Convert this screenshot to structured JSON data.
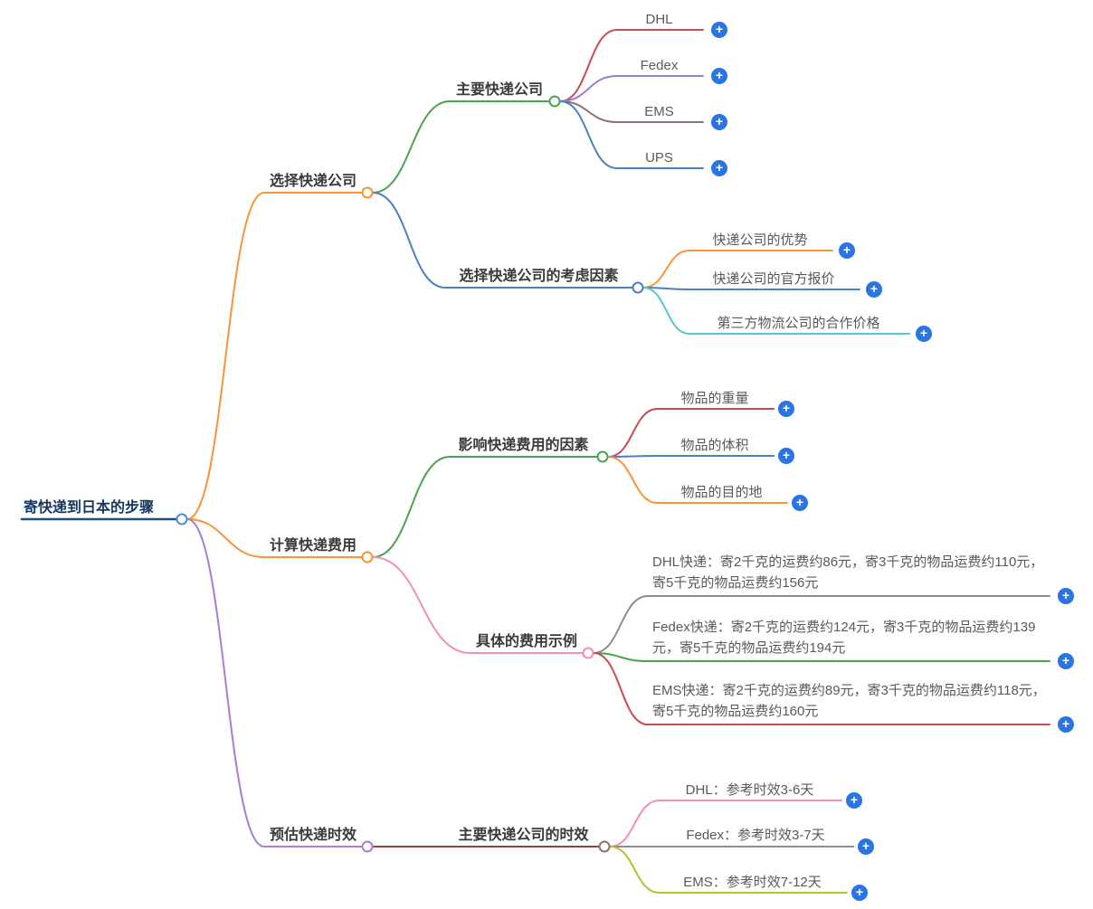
{
  "nodes": {
    "root": "寄快递到日本的步骤",
    "choose": "选择快递公司",
    "cost": "计算快递费用",
    "time": "预估快递时效",
    "main_companies": "主要快递公司",
    "considerations": "选择快递公司的考虑因素",
    "cost_factors": "影响快递费用的因素",
    "cost_examples": "具体的费用示例",
    "time_companies": "主要快递公司的时效",
    "dhl": "DHL",
    "fedex": "Fedex",
    "ems": "EMS",
    "ups": "UPS",
    "advantage": "快递公司的优势",
    "official_quote": "快递公司的官方报价",
    "third_party_price": "第三方物流公司的合作价格",
    "weight": "物品的重量",
    "volume": "物品的体积",
    "destination": "物品的目的地",
    "dhl_cost": "DHL快递：寄2千克的运费约86元，寄3千克的物品运费约110元，寄5千克的物品运费约156元",
    "fedex_cost": "Fedex快递：寄2千克的运费约124元，寄3千克的物品运费约139元，寄5千克的物品运费约194元",
    "ems_cost": "EMS快递：寄2千克的运费约89元，寄3千克的物品运费约118元，寄5千克的物品运费约160元",
    "dhl_time": "DHL：参考时效3-6天",
    "fedex_time": "Fedex：参考时效3-7天",
    "ems_time": "EMS：参考时效7-12天"
  },
  "expand_button": "+",
  "palette": {
    "plus_button_blue": "#2b74e3",
    "orange": "#f79438",
    "purple": "#a57fd0",
    "green": "#4aa44e",
    "blue": "#4c7fc4",
    "red": "#c84a52",
    "violet": "#9b7bd4",
    "brown": "#8c7373",
    "cyan": "#55c8cd",
    "pink": "#f090ba",
    "gray": "#8c8c8c",
    "olive": "#b9bf32",
    "maroon": "#993f42",
    "root_navy": "#1f4e79"
  }
}
